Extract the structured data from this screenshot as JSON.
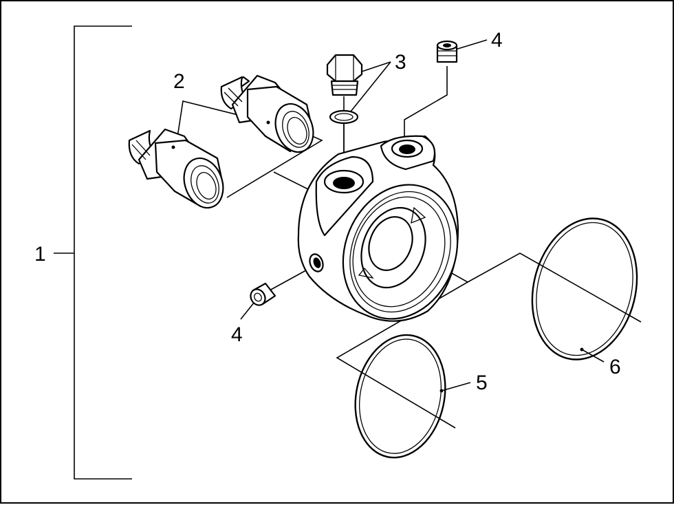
{
  "callouts": {
    "assembly": "1",
    "fittings": "2",
    "plug": "3",
    "set_screw_top": "4",
    "set_screw_side": "4",
    "o_ring_small": "5",
    "o_ring_large": "6"
  },
  "colors": {
    "line": "#000000",
    "background": "#ffffff"
  }
}
